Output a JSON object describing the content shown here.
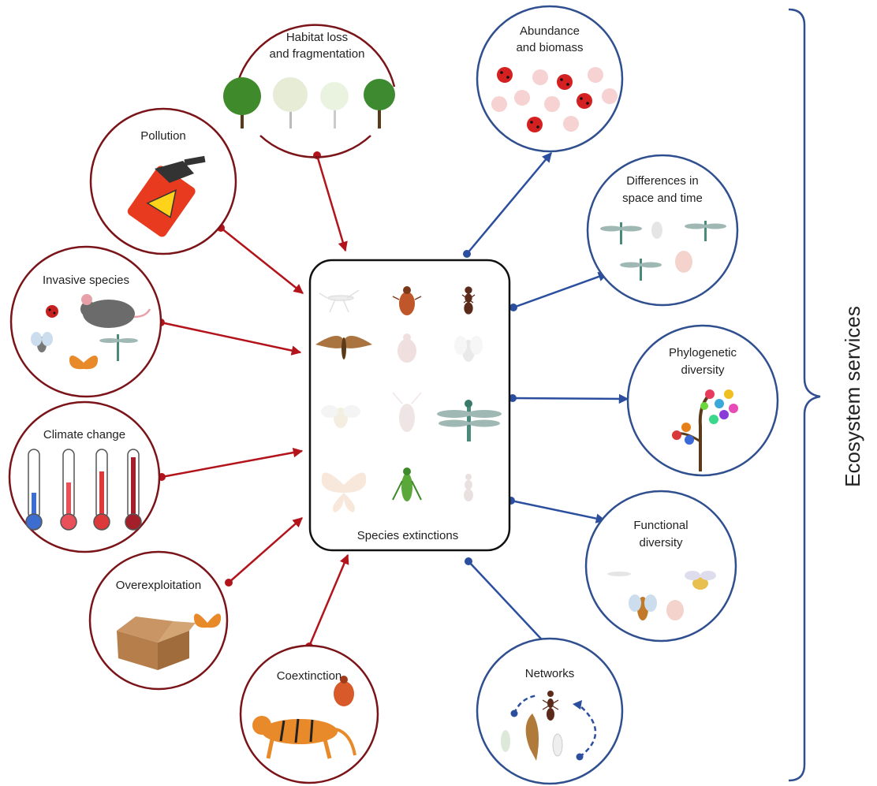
{
  "center": {
    "label": "Species extinctions"
  },
  "drivers": {
    "habitat_loss": {
      "line1": "Habitat loss",
      "line2": "and fragmentation",
      "icon": "trees-icon"
    },
    "pollution": {
      "label": "Pollution",
      "icon": "spray-bottle-icon"
    },
    "invasive_species": {
      "label": "Invasive species",
      "icon": "mouse-and-insects-icon"
    },
    "climate_change": {
      "label": "Climate change",
      "icon": "thermometers-icon"
    },
    "overexploitation": {
      "label": "Overexploitation",
      "icon": "box-and-butterfly-icon"
    },
    "coextinction": {
      "label": "Coextinction",
      "icon": "tiger-and-bug-icon"
    }
  },
  "outcomes": {
    "abundance": {
      "line1": "Abundance",
      "line2": "and biomass",
      "icon": "ladybugs-icon"
    },
    "differences": {
      "line1": "Differences  in",
      "line2": "space and time",
      "icon": "dragonflies-icon"
    },
    "phylogenetic": {
      "line1": "Phylogenetic",
      "line2": "diversity",
      "icon": "colorful-tree-icon"
    },
    "functional": {
      "line1": "Functional",
      "line2": "diversity",
      "icon": "mixed-insects-icon"
    },
    "networks": {
      "label": "Networks",
      "icon": "insect-network-icon"
    }
  },
  "side": {
    "label": "Ecosystem services"
  },
  "colors": {
    "driver_arrow": "#b3141c",
    "driver_border": "#7a1418",
    "outcome_arrow": "#2b4f9e",
    "outcome_border": "#2f4f8f"
  }
}
